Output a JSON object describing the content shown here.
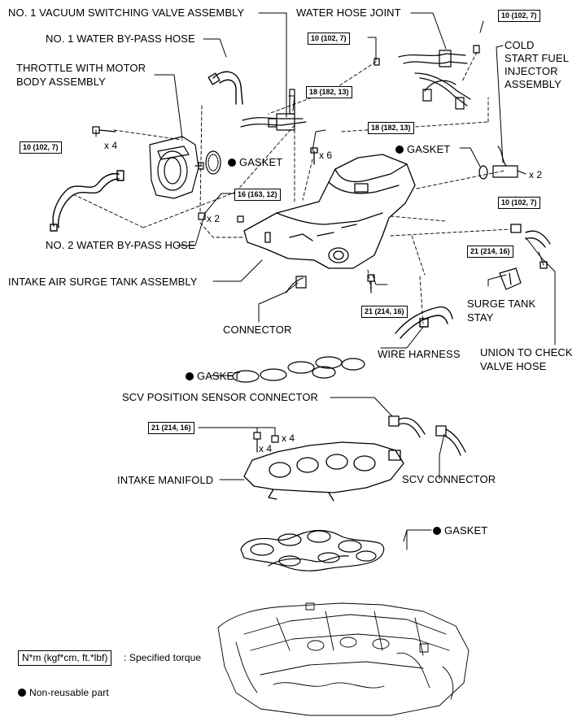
{
  "labels": {
    "vsv": "NO. 1 VACUUM SWITCHING VALVE ASSEMBLY",
    "bypass1": "NO. 1 WATER BY-PASS HOSE",
    "throttle_l1": "THROTTLE WITH MOTOR",
    "throttle_l2": "BODY ASSEMBLY",
    "water_joint": "WATER HOSE JOINT",
    "injector_l1": "COLD",
    "injector_l2": "START FUEL",
    "injector_l3": "INJECTOR",
    "injector_l4": "ASSEMBLY",
    "gasket_throttle": "GASKET",
    "gasket_injector": "GASKET",
    "bypass2": "NO. 2 WATER BY-PASS HOSE",
    "surge_tank": "INTAKE AIR SURGE TANK ASSEMBLY",
    "connector": "CONNECTOR",
    "wire_harness": "WIRE HARNESS",
    "surge_stay_l1": "SURGE TANK",
    "surge_stay_l2": "STAY",
    "union_l1": "UNION TO CHECK",
    "union_l2": "VALVE HOSE",
    "gasket_upper": "GASKET",
    "scv_sensor": "SCV POSITION SENSOR CONNECTOR",
    "intake_manifold": "INTAKE MANIFOLD",
    "scv_connector": "SCV CONNECTOR",
    "gasket_lower": "GASKET"
  },
  "torques": {
    "t1": "10 (102, 7)",
    "t2": "10 (102, 7)",
    "t3": "10 (102, 7)",
    "t4": "18 (182, 13)",
    "t5": "18 (182, 13)",
    "t6": "16 (163, 12)",
    "t7": "10 (102, 7)",
    "t8": "21 (214, 16)",
    "t9": "21 (214, 16)",
    "t10": "21 (214, 16)"
  },
  "multipliers": {
    "m1": "x 4",
    "m2": "x 6",
    "m3": "x 2",
    "m4": "x 2",
    "m5": "x 4",
    "m6": "x 4"
  },
  "legend": {
    "torque_unit": "N*m (kgf*cm, ft.*lbf)",
    "torque_desc": ": Specified torque",
    "nonreusable": "Non-reusable part"
  }
}
